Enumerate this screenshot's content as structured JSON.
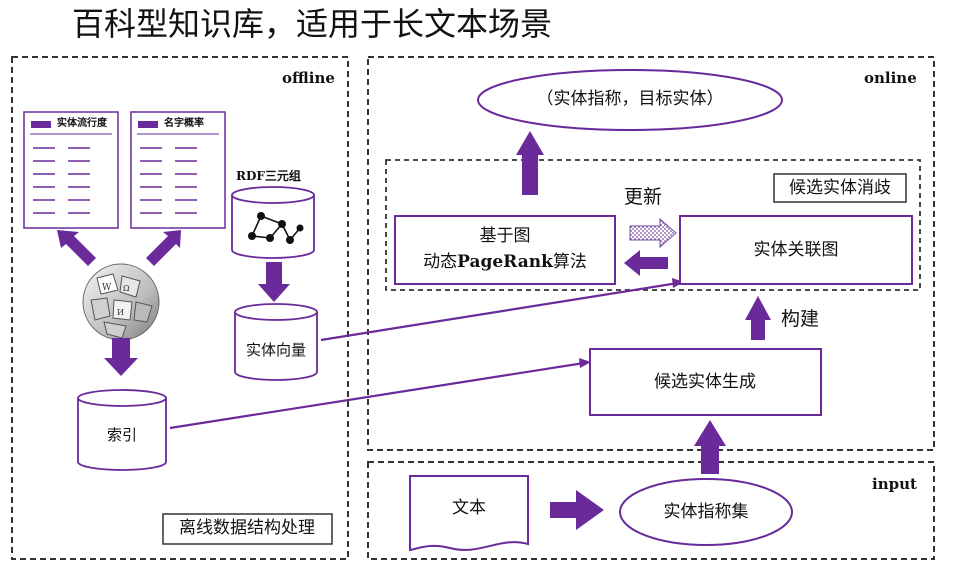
{
  "title": "百科型知识库，适用于长文本场景",
  "sections": {
    "offline": "offline",
    "online": "online",
    "input": "input"
  },
  "offline": {
    "table1_header": "实体流行度",
    "table2_header": "名字概率",
    "rdf_label": "RDF三元组",
    "entity_vector": "实体向量",
    "index": "索引",
    "caption": "离线数据结构处理"
  },
  "online": {
    "output": "（实体指称，目标实体）",
    "update": "更新",
    "pagerank_line1": "基于图",
    "pagerank_line2_prefix": "动态",
    "pagerank_line2_bold": "PageRank",
    "pagerank_line2_suffix": "算法",
    "relation_graph": "实体关联图",
    "disambiguation": "候选实体消歧",
    "build": "构建",
    "candidate_gen": "候选实体生成"
  },
  "input": {
    "text": "文本",
    "mention_set": "实体指称集"
  },
  "colors": {
    "accent": "#6a2a9a",
    "border": "#333333"
  },
  "icons": [
    "wikipedia-globe-icon",
    "graph-nodes-icon"
  ]
}
